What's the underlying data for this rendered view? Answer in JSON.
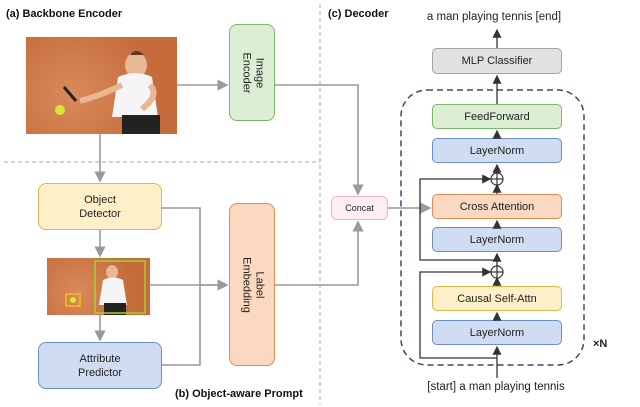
{
  "sections": {
    "backbone": "(a) Backbone Encoder",
    "prompt": "(b) Object-aware Prompt",
    "decoder": "(c) Decoder"
  },
  "encoder": {
    "image_encoder": "Image\nEncoder",
    "object_detector": "Object\nDetector",
    "label_embedding": "Label\nEmbedding",
    "attribute_predictor": "Attribute\nPredictor"
  },
  "decoder": {
    "output_text": "a man playing tennis [end]",
    "mlp": "MLP Classifier",
    "feedforward": "FeedForward",
    "layernorm_top": "LayerNorm",
    "cross_attention": "Cross Attention",
    "layernorm_mid": "LayerNorm",
    "causal_self_attn": "Causal Self-Attn",
    "layernorm_bottom": "LayerNorm",
    "concat": "Concat",
    "repeat": "×N",
    "input_text": "[start] a man playing tennis"
  },
  "colors": {
    "green_fill": "#dcefd4",
    "green_border": "#7ab86a",
    "yellow_fill": "#fdf0c8",
    "yellow_border": "#e0b54a",
    "orange_fill": "#fbd8c0",
    "orange_border": "#e48a55",
    "blue_fill": "#cfdcf1",
    "blue_border": "#6d8fc6",
    "gray_fill": "#e2e2e2",
    "gray_border": "#a6a6a6",
    "pink_fill": "#fdeef2",
    "pink_border": "#e8b6c4",
    "clay": "#c8764a"
  }
}
